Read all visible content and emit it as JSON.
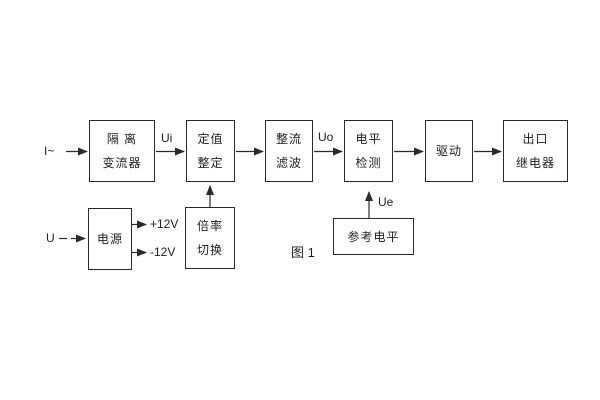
{
  "diagram": {
    "caption": "图 1",
    "blocks": {
      "isolation_transformer": {
        "line1": "隔 离",
        "line2": "变流器"
      },
      "value_setting": {
        "line1": "定值",
        "line2": "整定"
      },
      "rectify_filter": {
        "line1": "整流",
        "line2": "滤波"
      },
      "level_detect": {
        "line1": "电平",
        "line2": "检测"
      },
      "drive": {
        "label": "驱动"
      },
      "output_relay": {
        "line1": "出口",
        "line2": "继电器"
      },
      "power_supply": {
        "label": "电源"
      },
      "ratio_switch": {
        "line1": "倍率",
        "line2": "切换"
      },
      "reference_level": {
        "label": "参考电平"
      }
    },
    "signals": {
      "input_current": "I~",
      "input_voltage": "U",
      "ui": "Ui",
      "uo": "Uo",
      "ue": "Ue",
      "plus_12v": "+12V",
      "minus_12v": "-12V"
    },
    "colors": {
      "line": "#2a2a2a",
      "background": "#ffffff",
      "text": "#1f1f1f"
    }
  }
}
